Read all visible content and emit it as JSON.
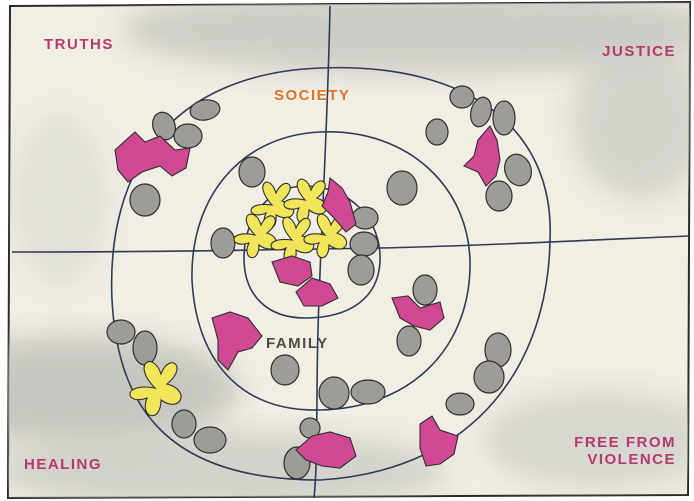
{
  "labels": {
    "truths": "TRUTHS",
    "justice": "JUSTICE",
    "society": "SOCIETY",
    "family": "FAMILY",
    "healing": "HEALING",
    "free_from": "FREE FROM",
    "violence": "VIOLENCE"
  },
  "colors": {
    "paper": "#f1efe4",
    "shadow": "#b9b9b5",
    "ring_line": "#2f3a55",
    "stone": "#9d9d98",
    "stone_outline": "#2e2e2e",
    "pink_flower": "#d14895",
    "yellow_flower": "#f1e65a",
    "pink_text": "#b5386e",
    "orange_text": "#d9742a",
    "dark_text": "#4a4a4a"
  },
  "elements": {
    "rings": 3,
    "axis_lines": 2,
    "stone_shape": "pebble",
    "flower_shapes": [
      "pink-flower",
      "yellow-flower"
    ]
  }
}
